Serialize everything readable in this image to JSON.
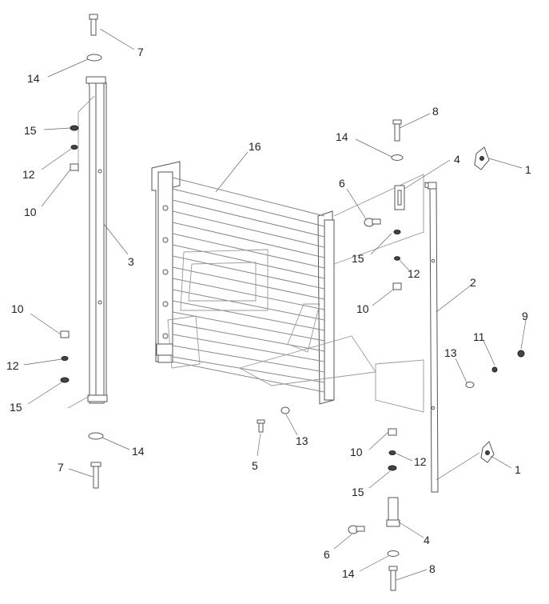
{
  "callouts": [
    {
      "id": "c7-top",
      "label": "7"
    },
    {
      "id": "c14-top",
      "label": "14"
    },
    {
      "id": "c15-left",
      "label": "15"
    },
    {
      "id": "c12-left",
      "label": "12"
    },
    {
      "id": "c10-left",
      "label": "10"
    },
    {
      "id": "c3",
      "label": "3"
    },
    {
      "id": "c10-low",
      "label": "10"
    },
    {
      "id": "c12-low",
      "label": "12"
    },
    {
      "id": "c15-low",
      "label": "15"
    },
    {
      "id": "c14-bot",
      "label": "14"
    },
    {
      "id": "c7-bot",
      "label": "7"
    },
    {
      "id": "c16",
      "label": "16"
    },
    {
      "id": "c8-top",
      "label": "8"
    },
    {
      "id": "c14-mid",
      "label": "14"
    },
    {
      "id": "c4-top",
      "label": "4"
    },
    {
      "id": "c1-top",
      "label": "1"
    },
    {
      "id": "c6-top",
      "label": "6"
    },
    {
      "id": "c15-mid",
      "label": "15"
    },
    {
      "id": "c12-mid",
      "label": "12"
    },
    {
      "id": "c10-mid",
      "label": "10"
    },
    {
      "id": "c2",
      "label": "2"
    },
    {
      "id": "c9",
      "label": "9"
    },
    {
      "id": "c11",
      "label": "11"
    },
    {
      "id": "c13-right",
      "label": "13"
    },
    {
      "id": "c13-bot",
      "label": "13"
    },
    {
      "id": "c5",
      "label": "5"
    },
    {
      "id": "c10-right",
      "label": "10"
    },
    {
      "id": "c12-right",
      "label": "12"
    },
    {
      "id": "c15-right",
      "label": "15"
    },
    {
      "id": "c1-bot",
      "label": "1"
    },
    {
      "id": "c6-bot",
      "label": "6"
    },
    {
      "id": "c4-bot",
      "label": "4"
    },
    {
      "id": "c14-right",
      "label": "14"
    },
    {
      "id": "c8-bot",
      "label": "8"
    }
  ]
}
